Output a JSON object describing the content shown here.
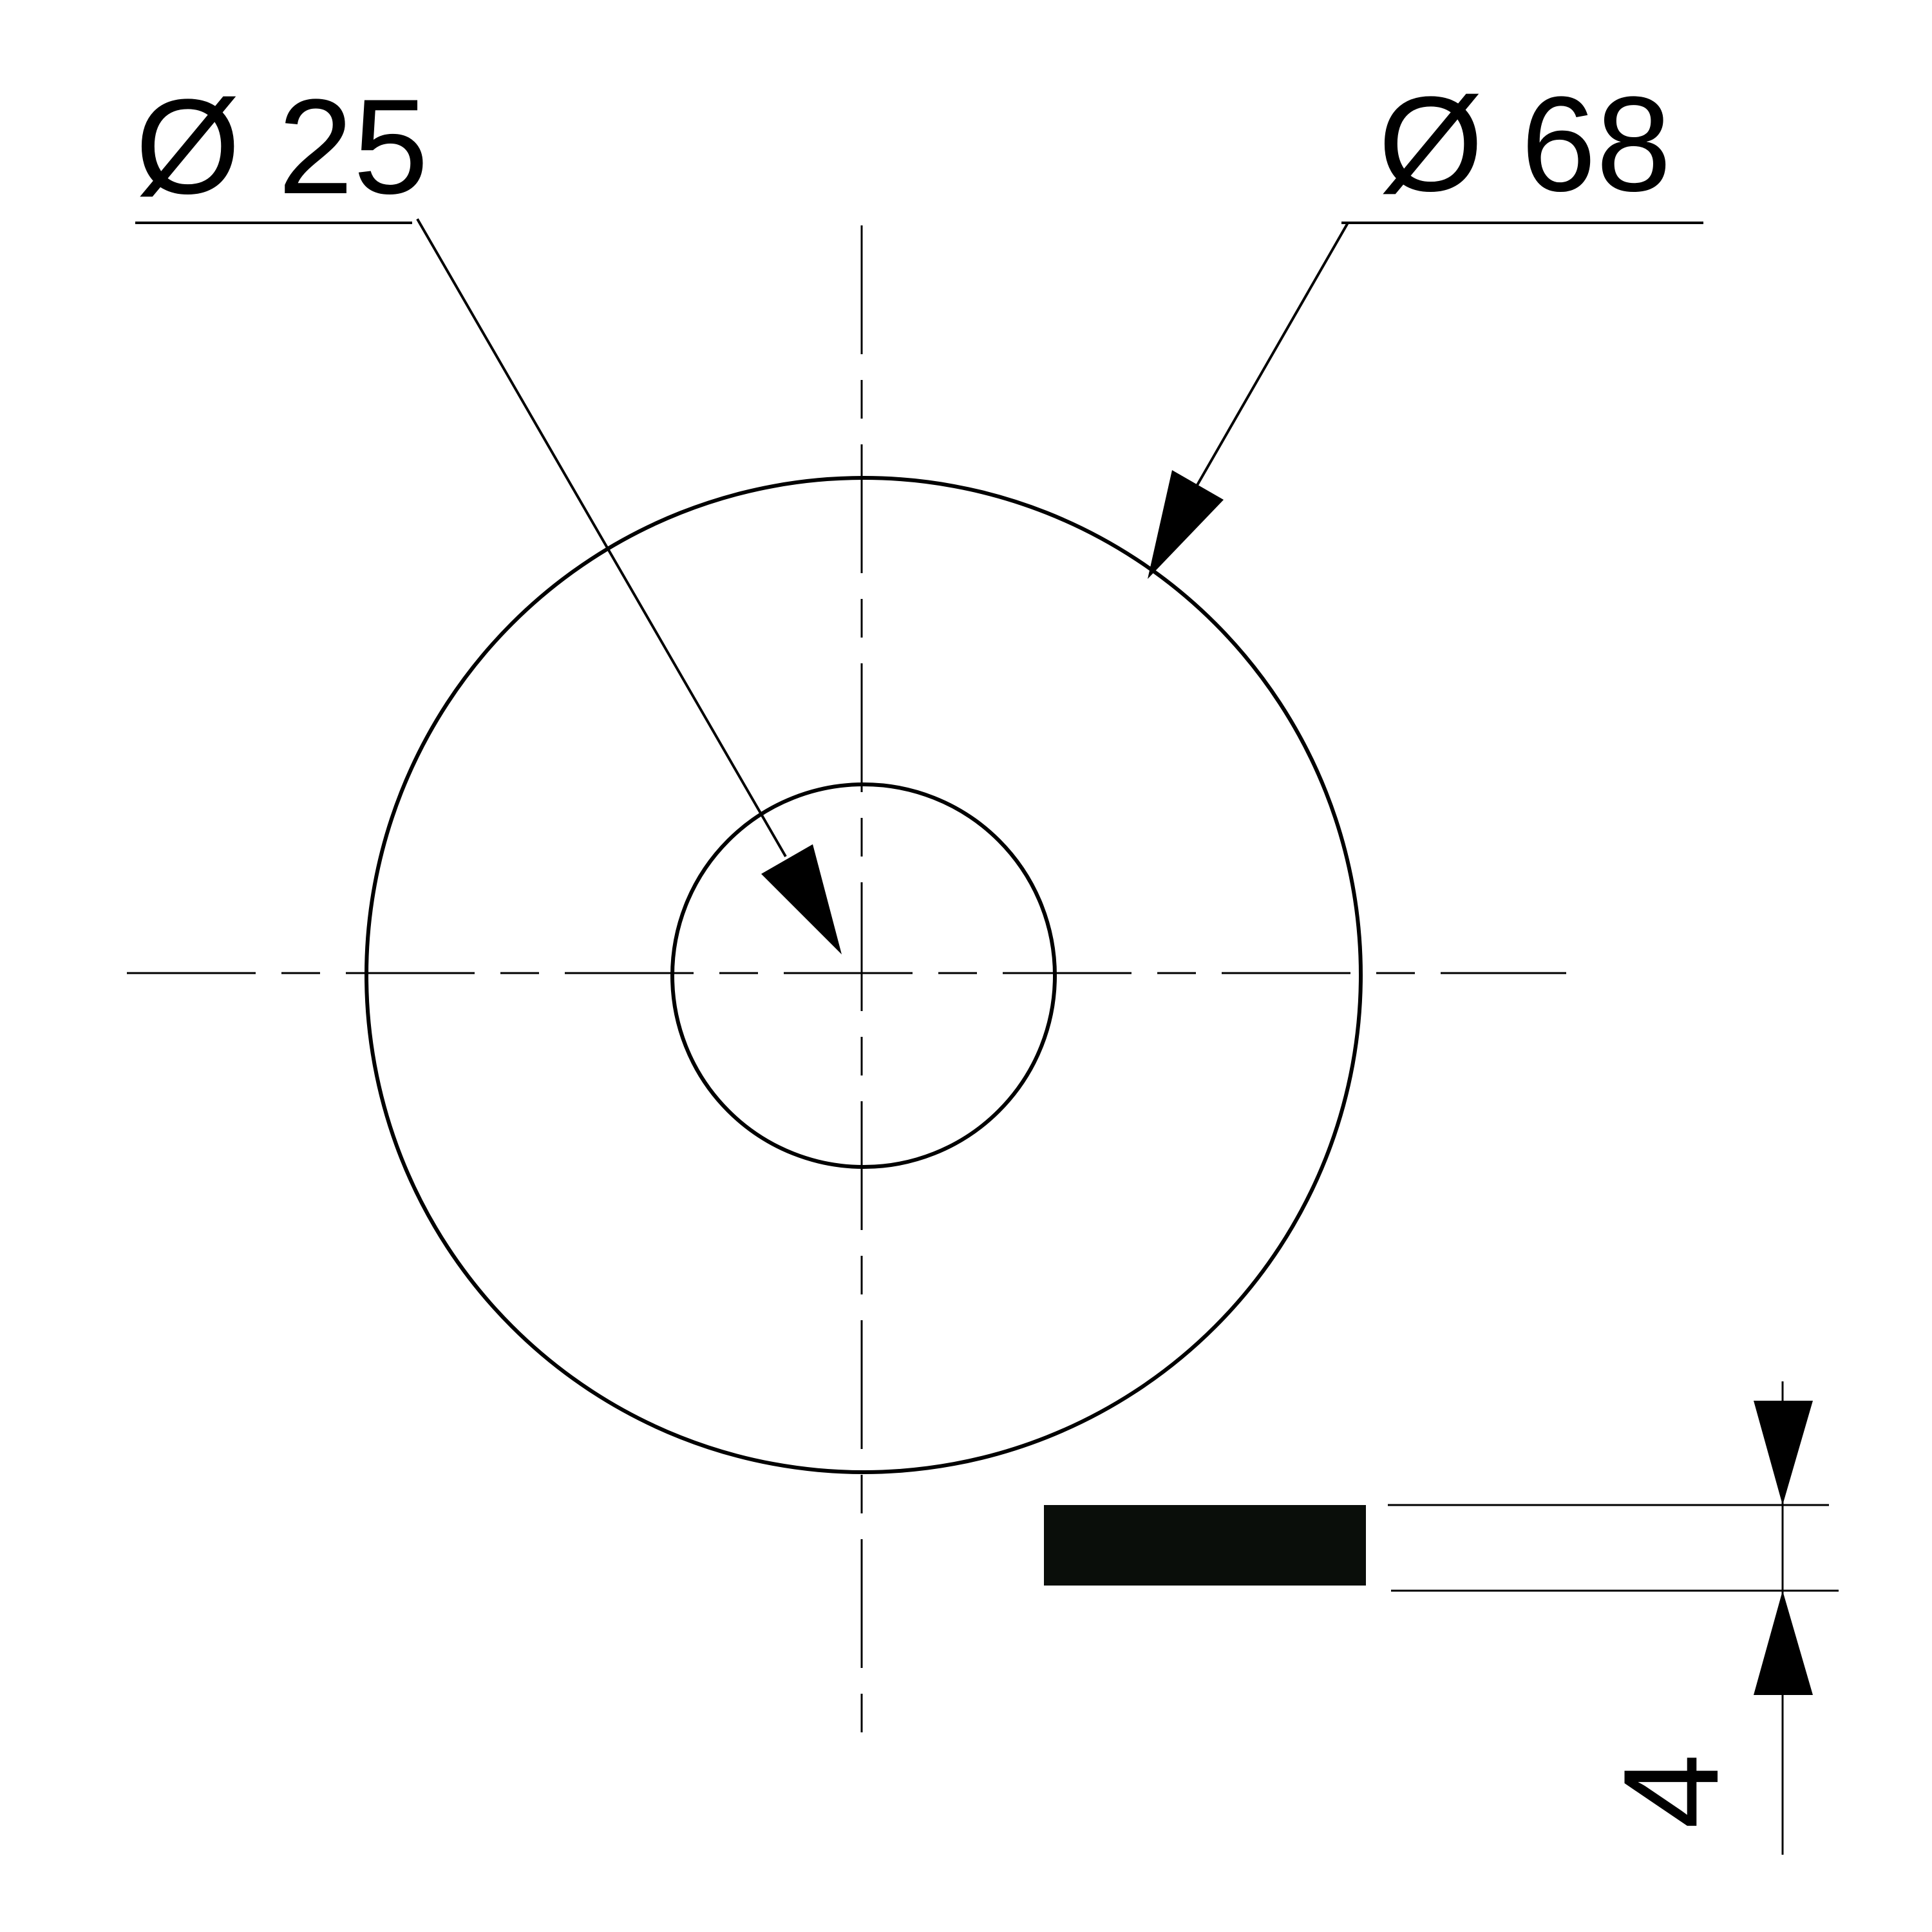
{
  "colors": {
    "background": "#ffffff",
    "line": "#000000",
    "fill": "#0a0e0a"
  },
  "dimensions": {
    "inner_diameter": {
      "label": "Ø 25",
      "value": 25
    },
    "outer_diameter": {
      "label": "Ø 68",
      "value": 68
    },
    "thickness": {
      "label": "4",
      "value": 4
    }
  }
}
